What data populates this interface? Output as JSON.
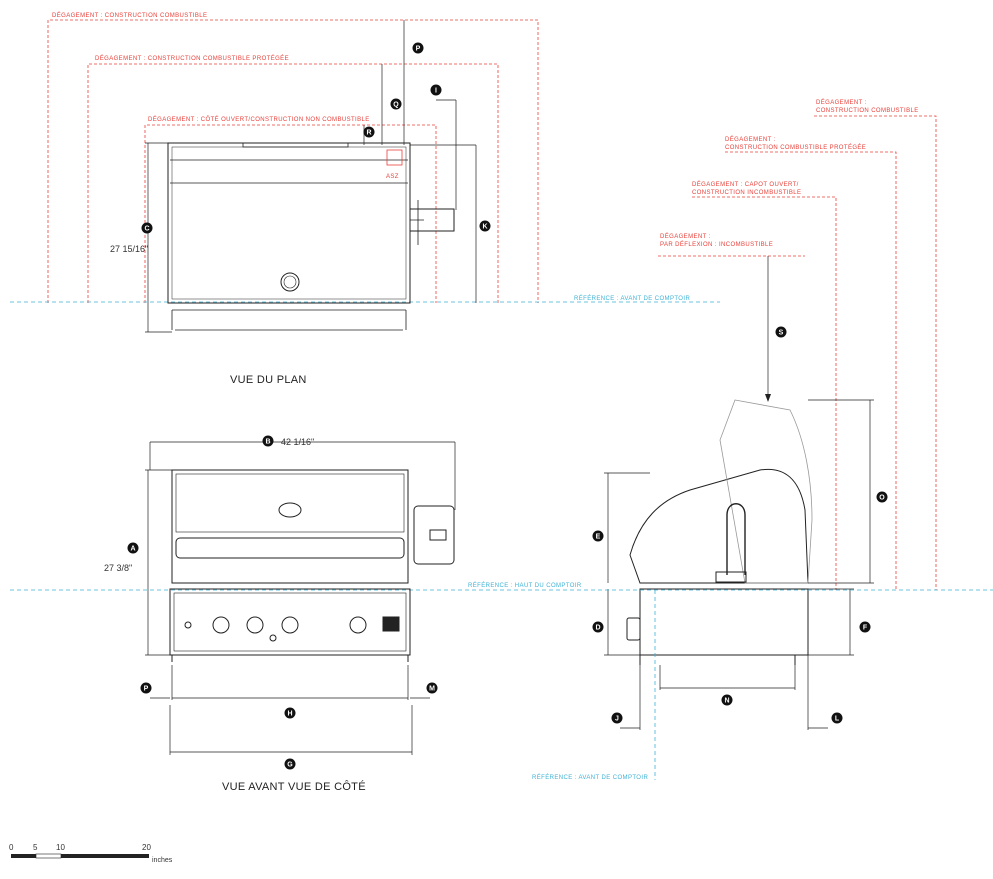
{
  "views": {
    "plan": "VUE DU PLAN",
    "front_side": "VUE AVANT VUE DE CÔTÉ"
  },
  "dimensions": {
    "c": "27 15/16\"",
    "b": "42 1/16\"",
    "a": "27 3/8\""
  },
  "clearance_labels": {
    "plan_1": "DÉGAGEMENT : CONSTRUCTION COMBUSTIBLE",
    "plan_2": "DÉGAGEMENT : CONSTRUCTION COMBUSTIBLE PROTÉGÉE",
    "plan_3": "DÉGAGEMENT : CÔTÉ OUVERT/CONSTRUCTION NON COMBUSTIBLE",
    "side_1_a": "DÉGAGEMENT :",
    "side_1_b": "CONSTRUCTION COMBUSTIBLE",
    "side_2_a": "DÉGAGEMENT :",
    "side_2_b": "CONSTRUCTION COMBUSTIBLE PROTÉGÉE",
    "side_3_a": "DÉGAGEMENT : CAPOT OUVERT/",
    "side_3_b": "CONSTRUCTION INCOMBUSTIBLE",
    "side_4_a": "DÉGAGEMENT :",
    "side_4_b": "PAR DÉFLEXION : INCOMBUSTIBLE"
  },
  "reference_labels": {
    "front_ref_plan": "RÉFÉRENCE : AVANT DE COMPTOIR",
    "top_ref": "RÉFÉRENCE : HAUT DU COMPTOIR",
    "front_ref_side": "RÉFÉRENCE : AVANT DE COMPTOIR"
  },
  "markers": {
    "P": "P",
    "Q": "Q",
    "R": "R",
    "I": "I",
    "K": "K",
    "C": "C",
    "S": "S",
    "B": "B",
    "A": "A",
    "E": "E",
    "O": "O",
    "D": "D",
    "F": "F",
    "N": "N",
    "H": "H",
    "G": "G",
    "M": "M",
    "J": "J",
    "L": "L"
  },
  "plan_marker_text": "ASZ",
  "scale": {
    "ticks": [
      "0",
      "5",
      "10",
      "20"
    ],
    "unit": "inches"
  },
  "colors": {
    "clearance": "#e8413b",
    "reference": "#3fb3d6",
    "drawing": "#222222"
  }
}
